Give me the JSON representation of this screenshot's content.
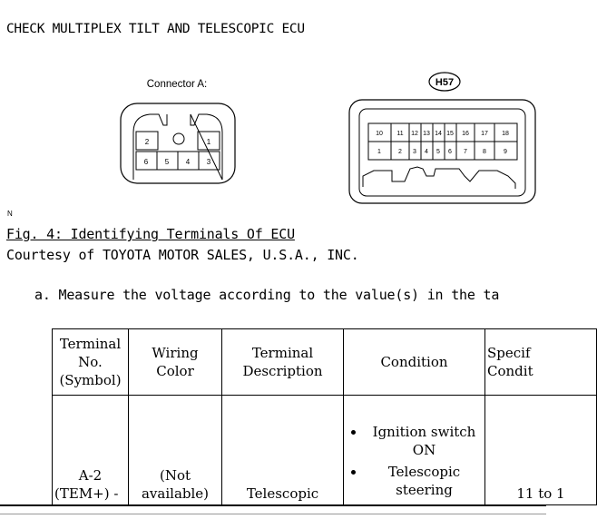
{
  "title": "CHECK MULTIPLEX TILT AND TELESCOPIC ECU",
  "figure": {
    "connector_a_label": "Connector A:",
    "connector_b_code": "H57",
    "connector_a_pins_top": [
      "2",
      "",
      "",
      "1"
    ],
    "connector_a_pins_bottom": [
      "6",
      "5",
      "4",
      "3"
    ],
    "connector_b_pins_top": [
      "10",
      "11",
      "12",
      "13",
      "14",
      "15",
      "16",
      "17",
      "18"
    ],
    "connector_b_pins_bottom": [
      "1",
      "2",
      "3",
      "4",
      "5",
      "6",
      "7",
      "8",
      "9"
    ],
    "mark": "N"
  },
  "caption": "Fig. 4: Identifying Terminals Of ECU",
  "courtesy": "Courtesy of TOYOTA MOTOR SALES, U.S.A., INC.",
  "step": "a. Measure the voltage according to the value(s) in the ta",
  "table": {
    "headers": {
      "terminal": [
        "Terminal",
        "No.",
        "(Symbol)"
      ],
      "wiring": [
        "Wiring",
        "Color"
      ],
      "description": [
        "Terminal",
        "Description"
      ],
      "condition": "Condition",
      "specified": [
        "Specif",
        "Condit"
      ]
    },
    "row": {
      "terminal": [
        "A-2",
        "(TEM+) -"
      ],
      "wiring": [
        "(Not",
        "available)"
      ],
      "description": "Telescopic",
      "conditions": [
        "Ignition switch ON",
        "Telescopic steering"
      ],
      "specified": "11 to 1"
    }
  }
}
